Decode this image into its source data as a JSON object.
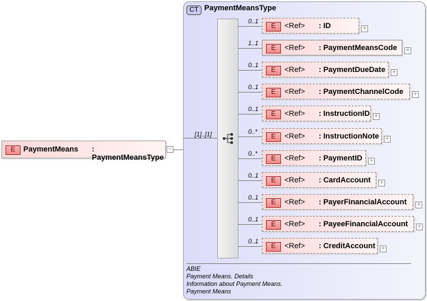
{
  "root": {
    "badge": "E",
    "name": "PaymentMeans",
    "type": ": PaymentMeansType",
    "multiplicity": "[1]..[1]"
  },
  "complex_type": {
    "badge": "CT",
    "name": "PaymentMeansType"
  },
  "children": [
    {
      "mult": "0..1",
      "ref": "<Ref>",
      "name": ": ID",
      "required": false
    },
    {
      "mult": "1..1",
      "ref": "<Ref>",
      "name": ": PaymentMeansCode",
      "required": true
    },
    {
      "mult": "0..1",
      "ref": "<Ref>",
      "name": ": PaymentDueDate",
      "required": false
    },
    {
      "mult": "0..1",
      "ref": "<Ref>",
      "name": ": PaymentChannelCode",
      "required": false
    },
    {
      "mult": "0..1",
      "ref": "<Ref>",
      "name": ": InstructionID",
      "required": false
    },
    {
      "mult": "0..*",
      "ref": "<Ref>",
      "name": ": InstructionNote",
      "required": false
    },
    {
      "mult": "0..*",
      "ref": "<Ref>",
      "name": ": PaymentID",
      "required": false
    },
    {
      "mult": "0..1",
      "ref": "<Ref>",
      "name": ": CardAccount",
      "required": false
    },
    {
      "mult": "0..1",
      "ref": "<Ref>",
      "name": ": PayerFinancialAccount",
      "required": false
    },
    {
      "mult": "0..1",
      "ref": "<Ref>",
      "name": ": PayeeFinancialAccount",
      "required": false
    },
    {
      "mult": "0..1",
      "ref": "<Ref>",
      "name": ": CreditAccount",
      "required": false
    }
  ],
  "element_badge": "E",
  "footer": [
    "ABIE",
    "Payment Means. Details",
    "Information about Payment Means.",
    "Payment Means"
  ]
}
